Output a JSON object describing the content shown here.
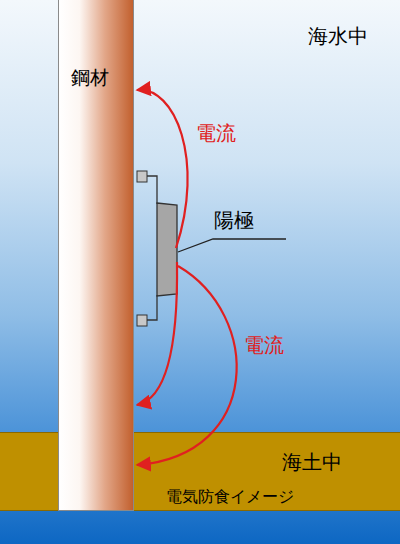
{
  "diagram": {
    "nodes": [
      {
        "text": [
          "海水中"
        ]
      },
      {
        "text": [
          "鋼材"
        ],
        "in": 0
      },
      {
        "text": [
          "海土中",
          "電気防食イメージ"
        ],
        "in": 0
      }
    ],
    "labels": [
      "陽極",
      "電流",
      "電流"
    ]
  }
}
